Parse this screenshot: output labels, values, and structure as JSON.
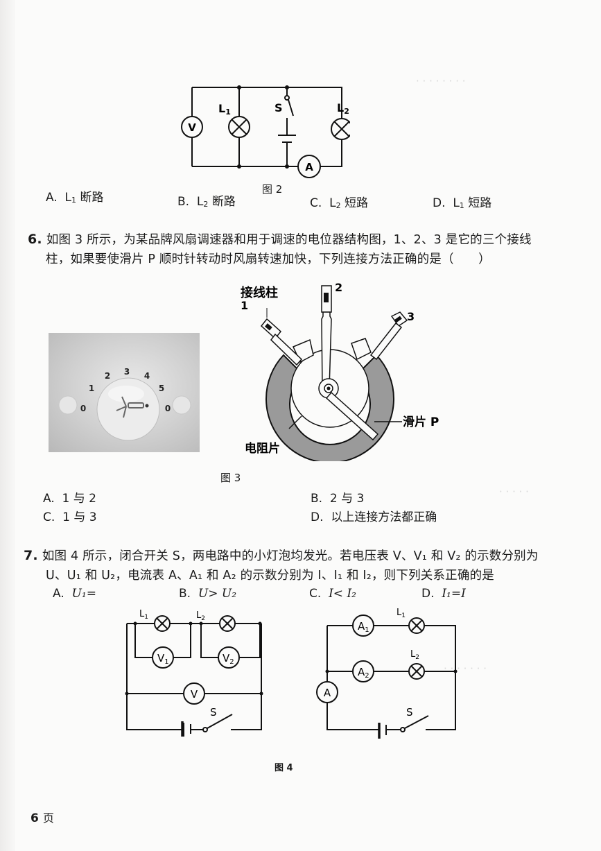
{
  "q5": {
    "figure_caption": "图 2",
    "figure_labels": {
      "voltmeter": "V",
      "lamp1": "L1",
      "switch": "S",
      "lamp2": "L2",
      "ammeter": "A"
    },
    "options": [
      {
        "letter": "A.",
        "lamp": "L",
        "sub": "1",
        "text": "断路"
      },
      {
        "letter": "B.",
        "lamp": "L",
        "sub": "2",
        "text": "断路"
      },
      {
        "letter": "C.",
        "lamp": "L",
        "sub": "2",
        "text": "短路"
      },
      {
        "letter": "D.",
        "lamp": "L",
        "sub": "1",
        "text": "短路"
      }
    ]
  },
  "q6": {
    "number": "6.",
    "line1": "如图 3 所示，为某品牌风扇调速器和用于调速的电位器结构图，1、2、3 是它的三个接线",
    "line2": "柱，如果要使滑片 P 顺时针转动时风扇转速加快，下列连接方法正确的是（　　）",
    "figure_caption": "图 3",
    "figure_labels": {
      "terminal": "接线柱",
      "t1": "1",
      "t2": "2",
      "t3": "3",
      "slider": "滑片 P",
      "resistor": "电阻片"
    },
    "photo_dial_labels": [
      "0",
      "1",
      "2",
      "3",
      "4",
      "5",
      "0"
    ],
    "options": [
      {
        "letter": "A.",
        "text": "1 与 2"
      },
      {
        "letter": "B.",
        "text": "2 与 3"
      },
      {
        "letter": "C.",
        "text": "1 与 3"
      },
      {
        "letter": "D.",
        "text": "以上连接方法都正确"
      }
    ]
  },
  "q7": {
    "number": "7.",
    "line1": "如图 4 所示，闭合开关 S，两电路中的小灯泡均发光。若电压表 V、V₁ 和 V₂ 的示数分别为",
    "line2": "U、U₁ 和 U₂，电流表 A、A₁ 和 A₂ 的示数分别为 I、I₁ 和 I₂，则下列关系正确的是",
    "options": [
      {
        "letter": "A.",
        "text": "U₁="
      },
      {
        "letter": "B.",
        "text": "U> U₂"
      },
      {
        "letter": "C.",
        "text": "I< I₂"
      },
      {
        "letter": "D.",
        "text": "I₁=I"
      }
    ],
    "figure_caption": "图 4",
    "left_circuit_labels": {
      "l1": "L1",
      "l2": "L2",
      "v1": "V1",
      "v2": "V2",
      "v": "V",
      "s": "S"
    },
    "right_circuit_labels": {
      "a1": "A1",
      "a2": "A2",
      "a": "A",
      "l1": "L1",
      "l2": "L2",
      "s": "S"
    }
  },
  "footer": {
    "page_number": "6",
    "page_suffix": "页"
  }
}
